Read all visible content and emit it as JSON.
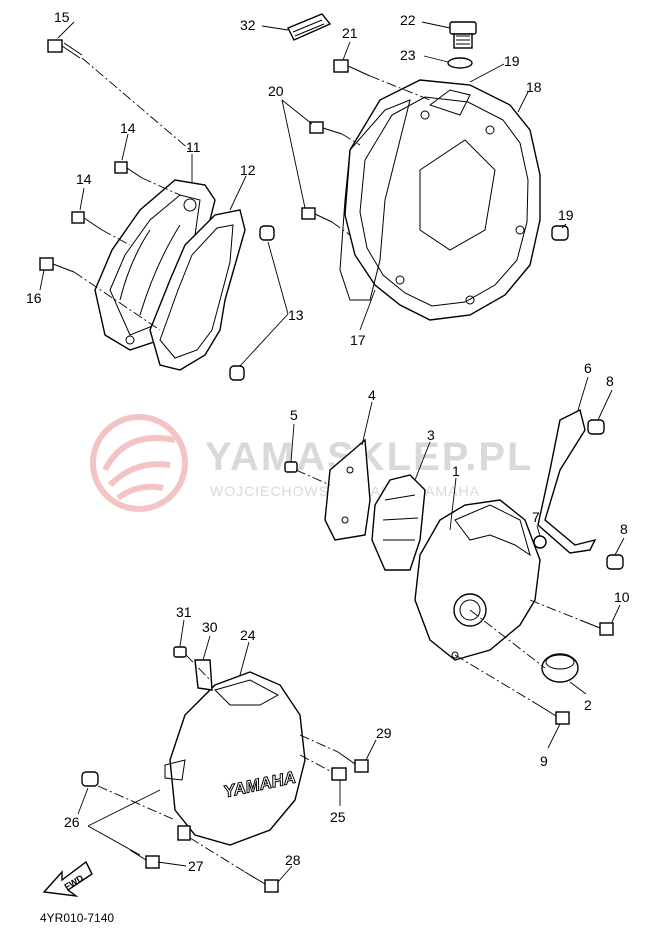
{
  "watermark": {
    "title": "YAMASKLEP.PL",
    "subtitle": "WOJCIECHOWSKI DEALER YAMAHA"
  },
  "diagram_code": "4YR010-7140",
  "cover_logo": "YAMAHA",
  "fwd_label": "FWD",
  "callouts": [
    "15",
    "32",
    "22",
    "23",
    "21",
    "19",
    "18",
    "20",
    "14",
    "11",
    "12",
    "14",
    "16",
    "13",
    "17",
    "19",
    "6",
    "8",
    "5",
    "4",
    "3",
    "1",
    "7",
    "8",
    "10",
    "2",
    "9",
    "31",
    "30",
    "24",
    "29",
    "26",
    "25",
    "27",
    "28"
  ]
}
